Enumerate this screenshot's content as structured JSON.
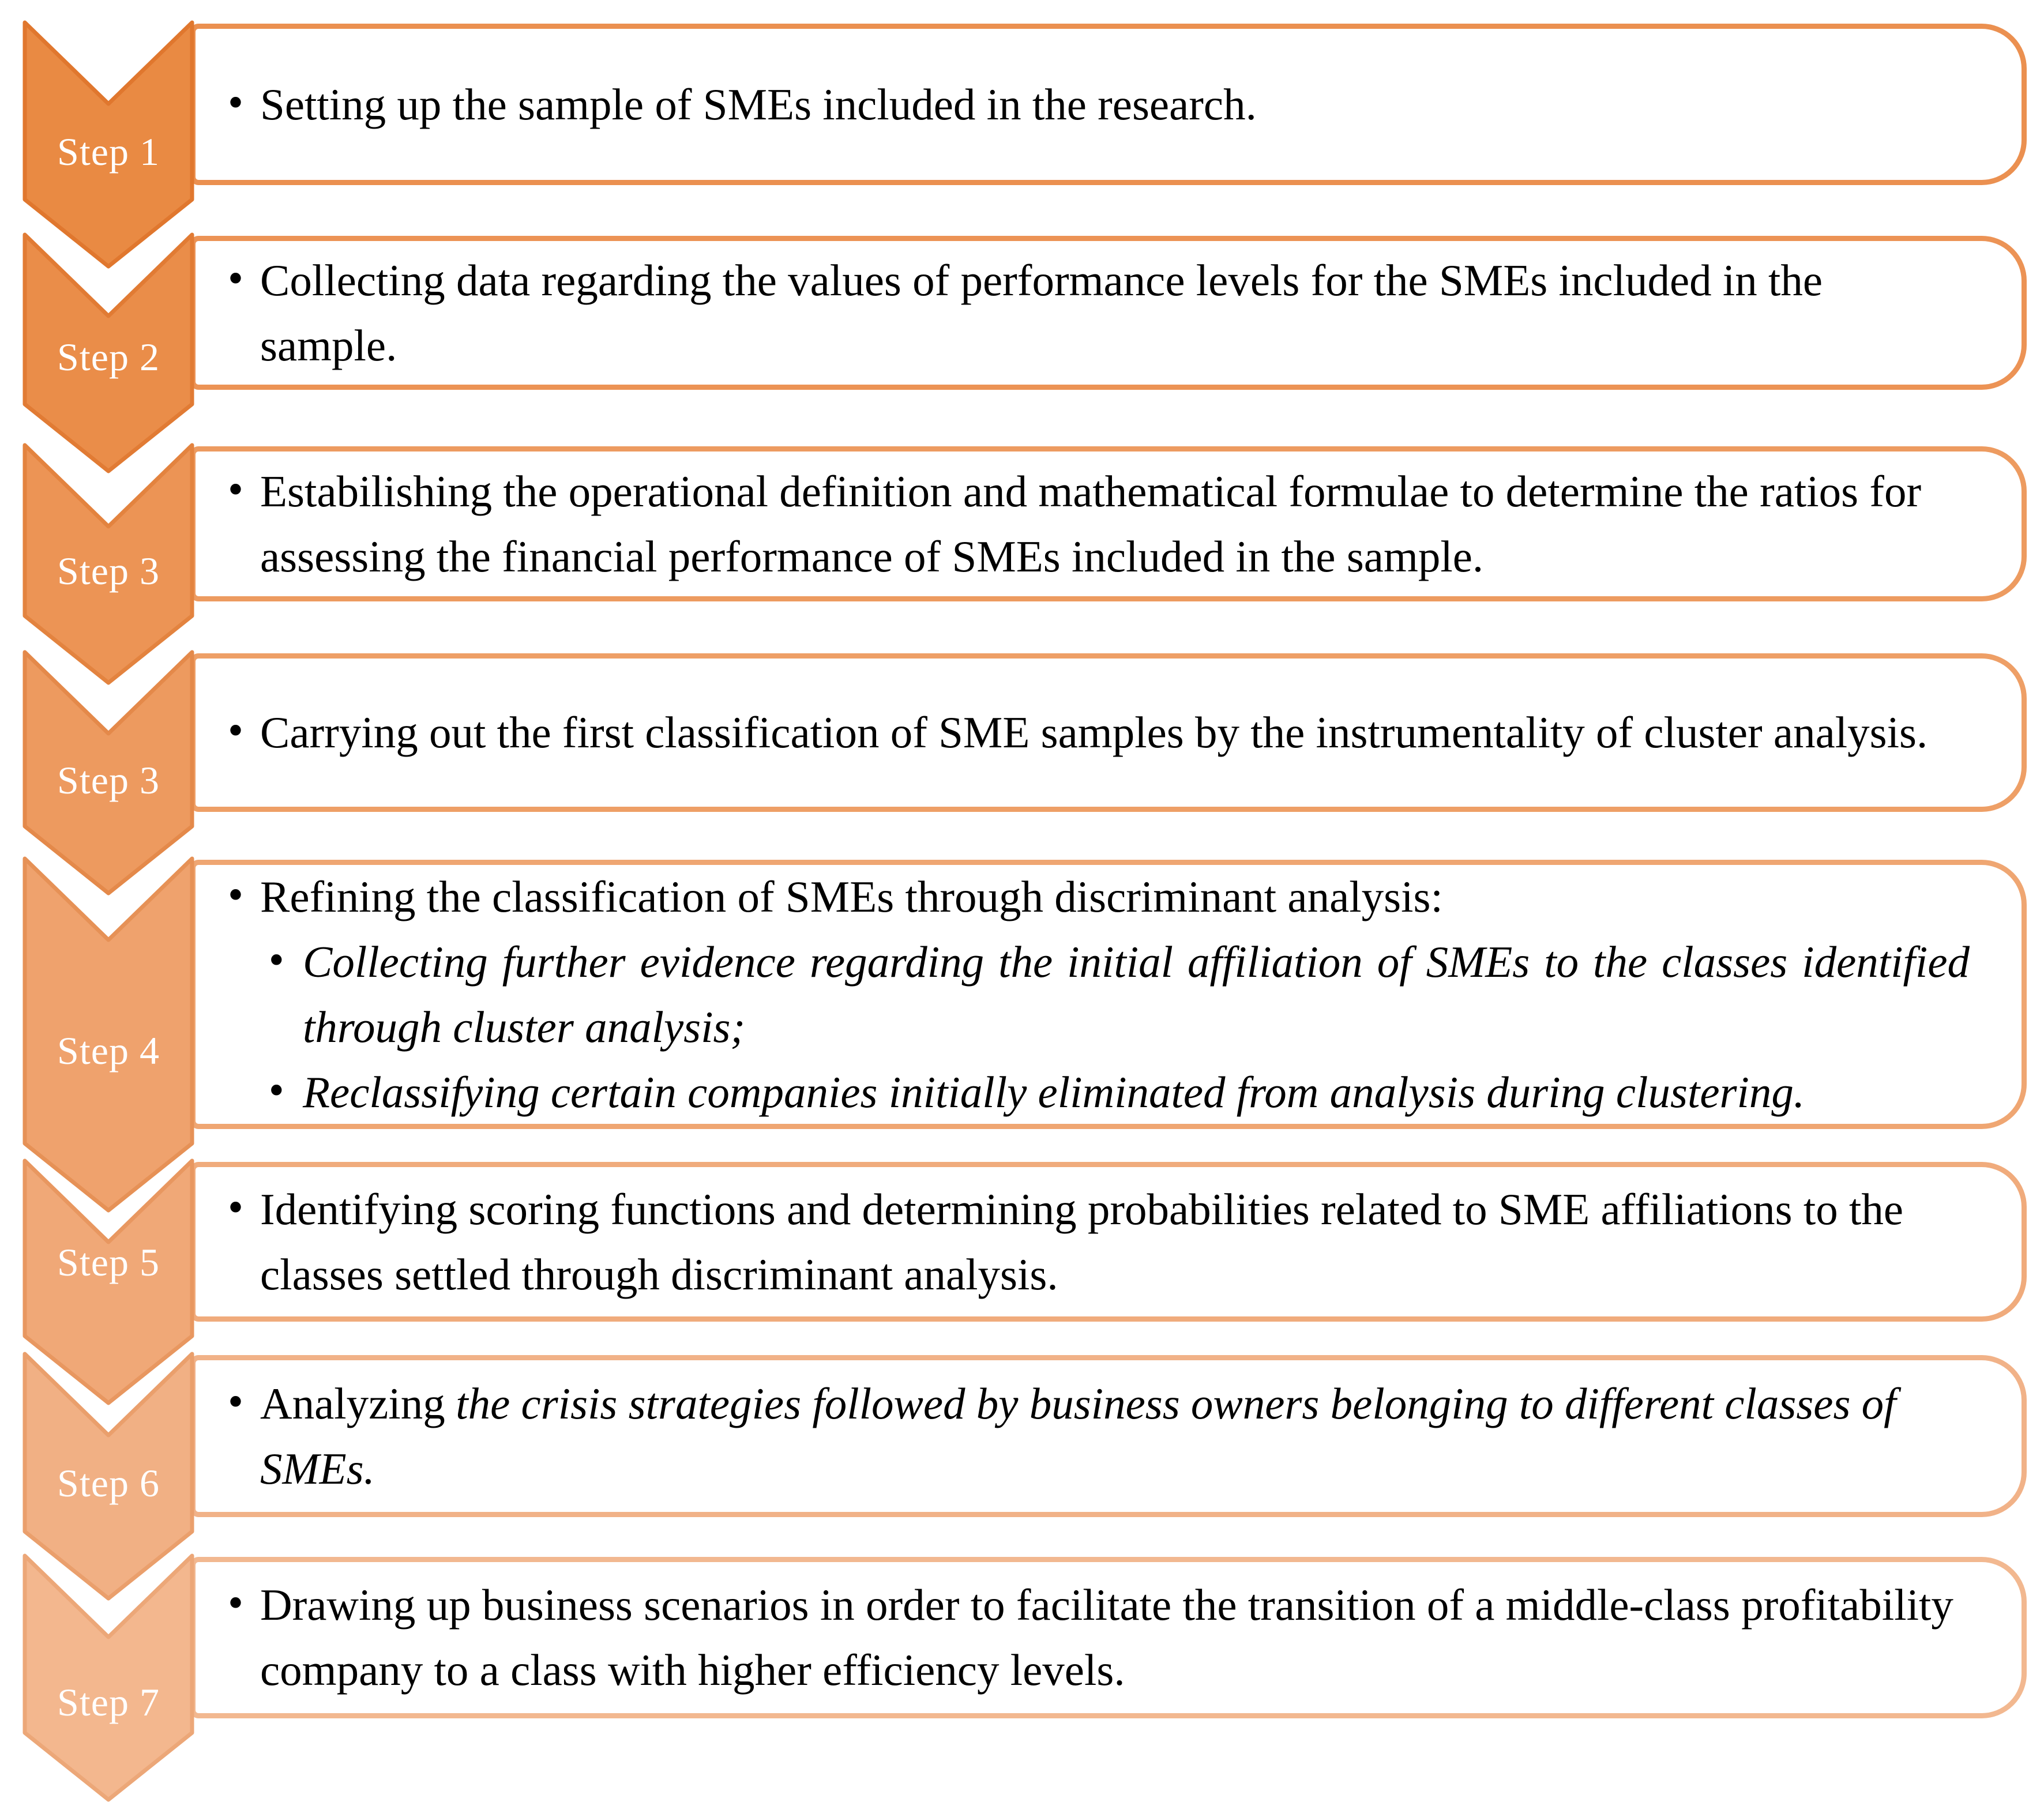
{
  "diagram": {
    "type": "vertical-chevron-process-list",
    "glyphs": {
      "bullet": "•"
    },
    "steps": [
      {
        "label": "Step 1",
        "colors": {
          "chevron_fill": "#E98A43",
          "chevron_stroke": "#E0772E",
          "box_border": "#EB9050"
        },
        "bullets": [
          {
            "text": "Setting up the sample of SMEs included in the research."
          }
        ]
      },
      {
        "label": "Step 2",
        "colors": {
          "chevron_fill": "#EA8D49",
          "chevron_stroke": "#E17B34",
          "box_border": "#EC9355"
        },
        "bullets": [
          {
            "text": "Collecting data regarding the values of performance levels for the SMEs included in the sample."
          }
        ]
      },
      {
        "label": "Step 3",
        "colors": {
          "chevron_fill": "#EC9455",
          "chevron_stroke": "#E3833F",
          "box_border": "#ED9B60"
        },
        "bullets": [
          {
            "text": "Estabilishing the operational definition and mathematical formulae to determine the ratios for assessing the financial performance of SMEs included in the sample."
          }
        ]
      },
      {
        "label": "Step 3",
        "colors": {
          "chevron_fill": "#ED9A5F",
          "chevron_stroke": "#E4894A",
          "box_border": "#EE9F66"
        },
        "bullets": [
          {
            "text": "Carrying out the first classification of SME samples by the instrumentality of cluster analysis."
          }
        ]
      },
      {
        "label": "Step 4",
        "colors": {
          "chevron_fill": "#EFA26D",
          "chevron_stroke": "#E69156",
          "box_border": "#EFA672"
        },
        "bullets": [
          {
            "text": "Refining the classification of SMEs through discriminant analysis:"
          },
          {
            "text": "Collecting further evidence regarding the initial affiliation of SMEs to the classes identified through cluster analysis;"
          },
          {
            "text": "Reclassifying certain companies initially eliminated from analysis during clustering."
          }
        ]
      },
      {
        "label": "Step 5",
        "colors": {
          "chevron_fill": "#F0A877",
          "chevron_stroke": "#E89760",
          "box_border": "#F0AB7C"
        },
        "bullets": [
          {
            "text": "Identifying scoring functions and determining probabilities related to SME affiliations to the classes settled through discriminant analysis."
          }
        ]
      },
      {
        "label": "Step 6",
        "colors": {
          "chevron_fill": "#F1B084",
          "chevron_stroke": "#EA9F6C",
          "box_border": "#F1B288"
        },
        "bullets": [
          {
            "lead": "Analyzing",
            "text": "the crisis strategies followed by business owners belonging to different classes of SMEs."
          }
        ]
      },
      {
        "label": "Step 7",
        "colors": {
          "chevron_fill": "#F3B78E",
          "chevron_stroke": "#ECA778",
          "box_border": "#F2B890"
        },
        "bullets": [
          {
            "text": "Drawing up business scenarios in order to facilitate the transition of a middle-class profitability company to a class with higher efficiency levels."
          }
        ]
      }
    ]
  }
}
